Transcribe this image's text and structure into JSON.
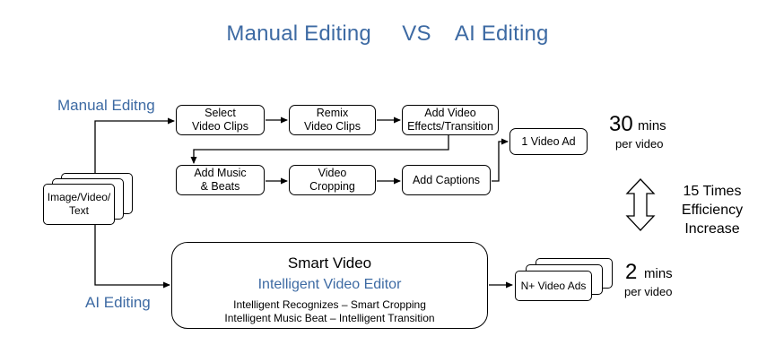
{
  "title": "Manual Editing     VS    AI Editing",
  "lanes": {
    "manual_label": "Manual Editng",
    "ai_label": "AI Editing"
  },
  "input": {
    "label": "Image/Video/\nText"
  },
  "manual_steps": [
    {
      "label": "Select\nVideo Clips"
    },
    {
      "label": "Remix\nVideo Clips"
    },
    {
      "label": "Add Video\nEffects/Transition"
    },
    {
      "label": "Add Music\n& Beats"
    },
    {
      "label": "Video\nCropping"
    },
    {
      "label": "Add Captions"
    }
  ],
  "manual_output": {
    "label": "1 Video Ad"
  },
  "manual_stat": {
    "number": "30",
    "unit": "mins",
    "sub": "per video"
  },
  "comparison": {
    "line1": "15 Times",
    "line2": "Efficiency",
    "line3": "Increase"
  },
  "smart_video": {
    "title": "Smart Video",
    "subtitle": "Intelligent Video Editor",
    "feature1": "Intelligent Recognizes – Smart Cropping",
    "feature2": "Intelligent Music Beat – Intelligent Transition"
  },
  "ai_output": {
    "label": "N+ Video Ads"
  },
  "ai_stat": {
    "number": "2",
    "unit": "mins",
    "sub": "per video"
  }
}
